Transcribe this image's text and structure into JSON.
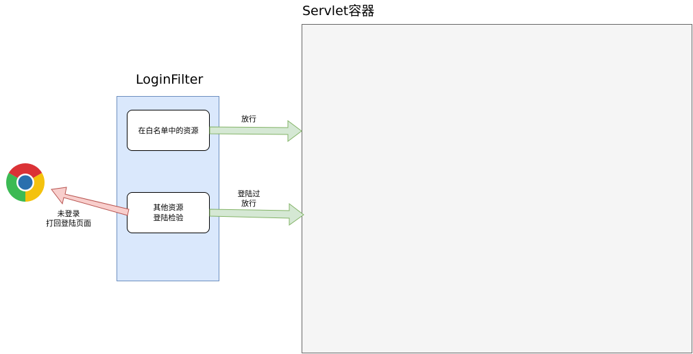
{
  "diagram": {
    "servlet_container": {
      "title": "Servlet容器"
    },
    "login_filter": {
      "title": "LoginFilter"
    },
    "rules": {
      "whitelist": {
        "label": "在白名单中的资源"
      },
      "other": {
        "line1": "其他资源",
        "line2": "登陆检验"
      }
    },
    "edges": {
      "whitelist_pass": {
        "label": "放行"
      },
      "logged_in_pass": {
        "line1": "登陆过",
        "line2": "放行"
      },
      "not_logged_in": {
        "line1": "未登录",
        "line2": "打回登陆页面"
      }
    },
    "browser": {
      "icon": "chrome-browser-icon"
    }
  },
  "colors": {
    "servlet_fill": "#f5f5f5",
    "servlet_stroke": "#666666",
    "filter_fill": "#dae8fc",
    "filter_stroke": "#6c8ebf",
    "pass_arrow_fill": "#d5e8d4",
    "pass_arrow_stroke": "#82b366",
    "reject_arrow_fill": "#f8cecc",
    "reject_arrow_stroke": "#b85450"
  }
}
